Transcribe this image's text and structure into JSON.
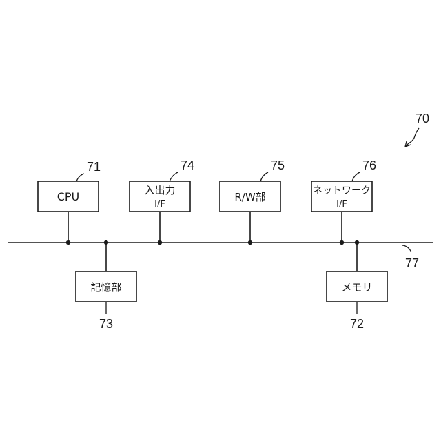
{
  "diagram": {
    "figure_ref": "70",
    "bus_ref": "77",
    "blocks": {
      "cpu": {
        "line1": "CPU",
        "ref": "71"
      },
      "io_if": {
        "line1": "入出力",
        "line2": "I/F",
        "ref": "74"
      },
      "rw": {
        "line1": "R/W部",
        "ref": "75"
      },
      "net_if": {
        "line1": "ネットワーク",
        "line2": "I/F",
        "ref": "76"
      },
      "storage": {
        "line1": "記憶部",
        "ref": "73"
      },
      "memory": {
        "line1": "メモリ",
        "ref": "72"
      }
    }
  }
}
